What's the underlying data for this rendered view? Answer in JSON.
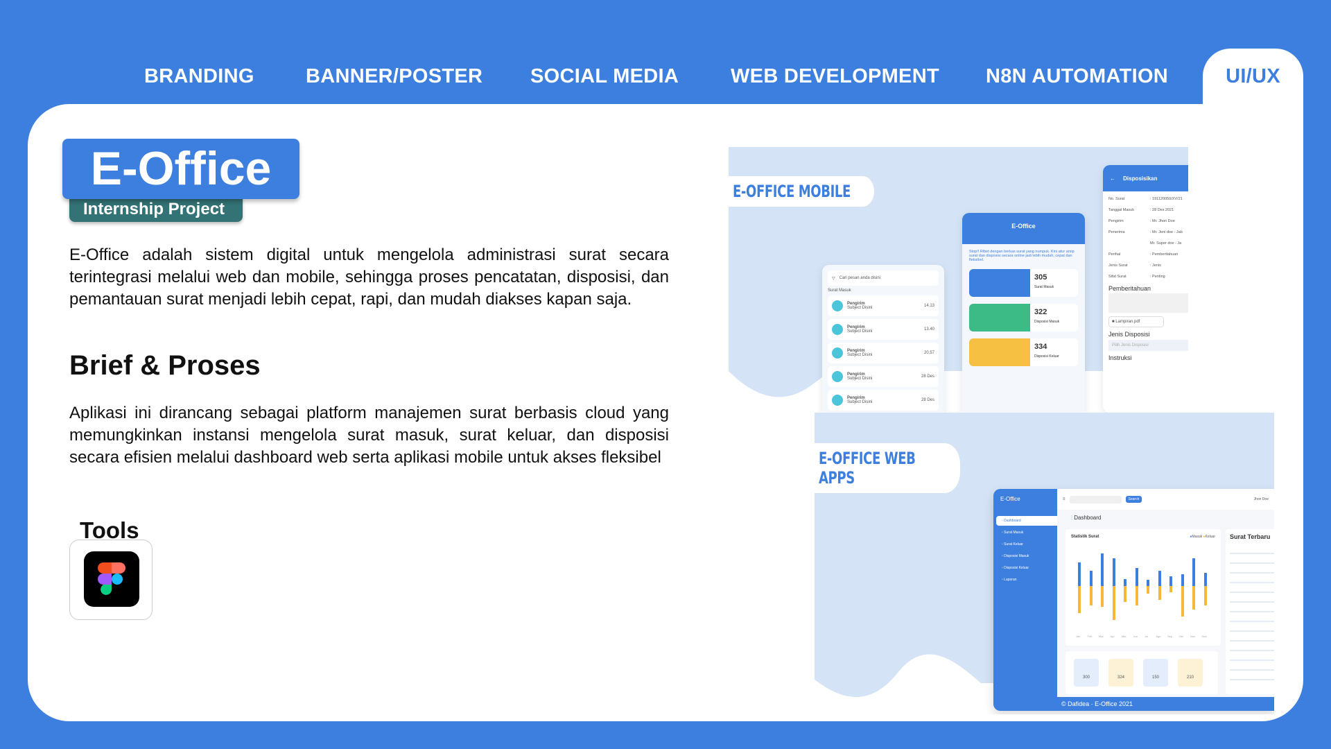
{
  "nav": {
    "tabs": [
      {
        "label": "BRANDING"
      },
      {
        "label": "BANNER/POSTER"
      },
      {
        "label": "SOCIAL MEDIA"
      },
      {
        "label": "WEB DEVELOPMENT"
      },
      {
        "label": "N8N AUTOMATION"
      },
      {
        "label": "UI/UX",
        "active": true
      }
    ]
  },
  "project": {
    "title": "E-Office",
    "subtitle": "Internship Project",
    "description": "E-Office adalah sistem digital untuk mengelola administrasi surat secara terintegrasi melalui web dan mobile, sehingga proses pencatatan, disposisi, dan pemantauan surat menjadi lebih cepat, rapi, dan mudah diakses kapan saja.",
    "brief_heading": "Brief & Proses",
    "brief_text": "Aplikasi ini dirancang sebagai platform manajemen surat berbasis cloud yang memungkinkan instansi mengelola surat masuk, surat keluar, dan disposisi secara efisien melalui dashboard web serta aplikasi mobile untuk akses fleksibel",
    "tools_label": "Tools",
    "tools": [
      {
        "name": "figma-icon"
      }
    ]
  },
  "mobile_mockup": {
    "label": "E-OFFICE MOBILE",
    "search_placeholder": "Cari pesan anda disini",
    "section": "Surat Masuk",
    "messages": [
      {
        "sender": "Pengirim",
        "subject": "Subject Disini",
        "time": "14.13"
      },
      {
        "sender": "Pengirim",
        "subject": "Subject Disini",
        "time": "13.40"
      },
      {
        "sender": "Pengirim",
        "subject": "Subject Disini",
        "time": "20.57"
      },
      {
        "sender": "Pengirim",
        "subject": "Subject Disini",
        "time": "28 Des"
      },
      {
        "sender": "Pengirim",
        "subject": "Subject Disini",
        "time": "28 Des"
      }
    ],
    "app_title": "E-Office",
    "intro": "Stop!! Ribet dengan berkas surat yang numpuk. Kini atur arsip surat dan disposisi secara online jadi lebih mudah, cepat dan fleksibel.",
    "stats": [
      {
        "value": "305",
        "label": "Surat Masuk",
        "color": "#3d7fdf"
      },
      {
        "value": "322",
        "label": "Disposisi Masuk",
        "color": "#3dbb86"
      },
      {
        "value": "334",
        "label": "Disposisi Keluar",
        "color": "#f6c142"
      }
    ],
    "detail_title": "Disposisikan",
    "fields": [
      {
        "k": "No. Surat",
        "v": ": 191120050/XV/21"
      },
      {
        "k": "Tanggal Masuk",
        "v": ": 28 Des 2021"
      },
      {
        "k": "Pengirim",
        "v": ": Mr. Jhon Doe"
      },
      {
        "k": "Penerima",
        "v": ": Mr. Jeni doe - Jab"
      },
      {
        "k": "",
        "v": "Mr. Super doe - Ja"
      },
      {
        "k": "Perihal",
        "v": ": Pemberitahuan"
      },
      {
        "k": "Jenis Surat",
        "v": ": Jenis"
      },
      {
        "k": "Sifat Surat",
        "v": ": Penting"
      }
    ],
    "notice_title": "Pemberitahuan",
    "attachment": "Lampiran.pdf",
    "disposisi_label": "Jenis Disposisi",
    "disposisi_placeholder": "Pilih Jenis Disposisi",
    "instruksi": "Instruksi"
  },
  "web_mockup": {
    "label": "E-OFFICE WEB APPS",
    "brand": "E-Office",
    "menu": [
      "Dashboard",
      "Surat Masuk",
      "Surat Keluar",
      "Disposisi Masuk",
      "Disposisi Keluar",
      "Laporan"
    ],
    "search_btn": "Search",
    "user": "Jhon Doe",
    "page_title": "Dashboard",
    "chart_title": "Statistik Surat",
    "legend": [
      "Masuk",
      "Keluar"
    ],
    "months": [
      "Jan",
      "Feb",
      "Mar",
      "Apr",
      "Mei",
      "Jun",
      "Jul",
      "Agu",
      "Sep",
      "Okt",
      "Nov",
      "Des"
    ],
    "masuk": [
      135,
      90,
      190,
      160,
      40,
      105,
      35,
      90,
      55,
      70,
      160,
      75
    ],
    "keluar": [
      155,
      110,
      120,
      195,
      90,
      110,
      45,
      80,
      35,
      175,
      135,
      110
    ],
    "summary": [
      "300",
      "324",
      "150",
      "210"
    ],
    "recent_title": "Surat Terbaru",
    "footer": "© Dafidea · E-Office 2021",
    "colors": {
      "masuk": "#3d7fdf",
      "keluar": "#f6b83a"
    }
  }
}
